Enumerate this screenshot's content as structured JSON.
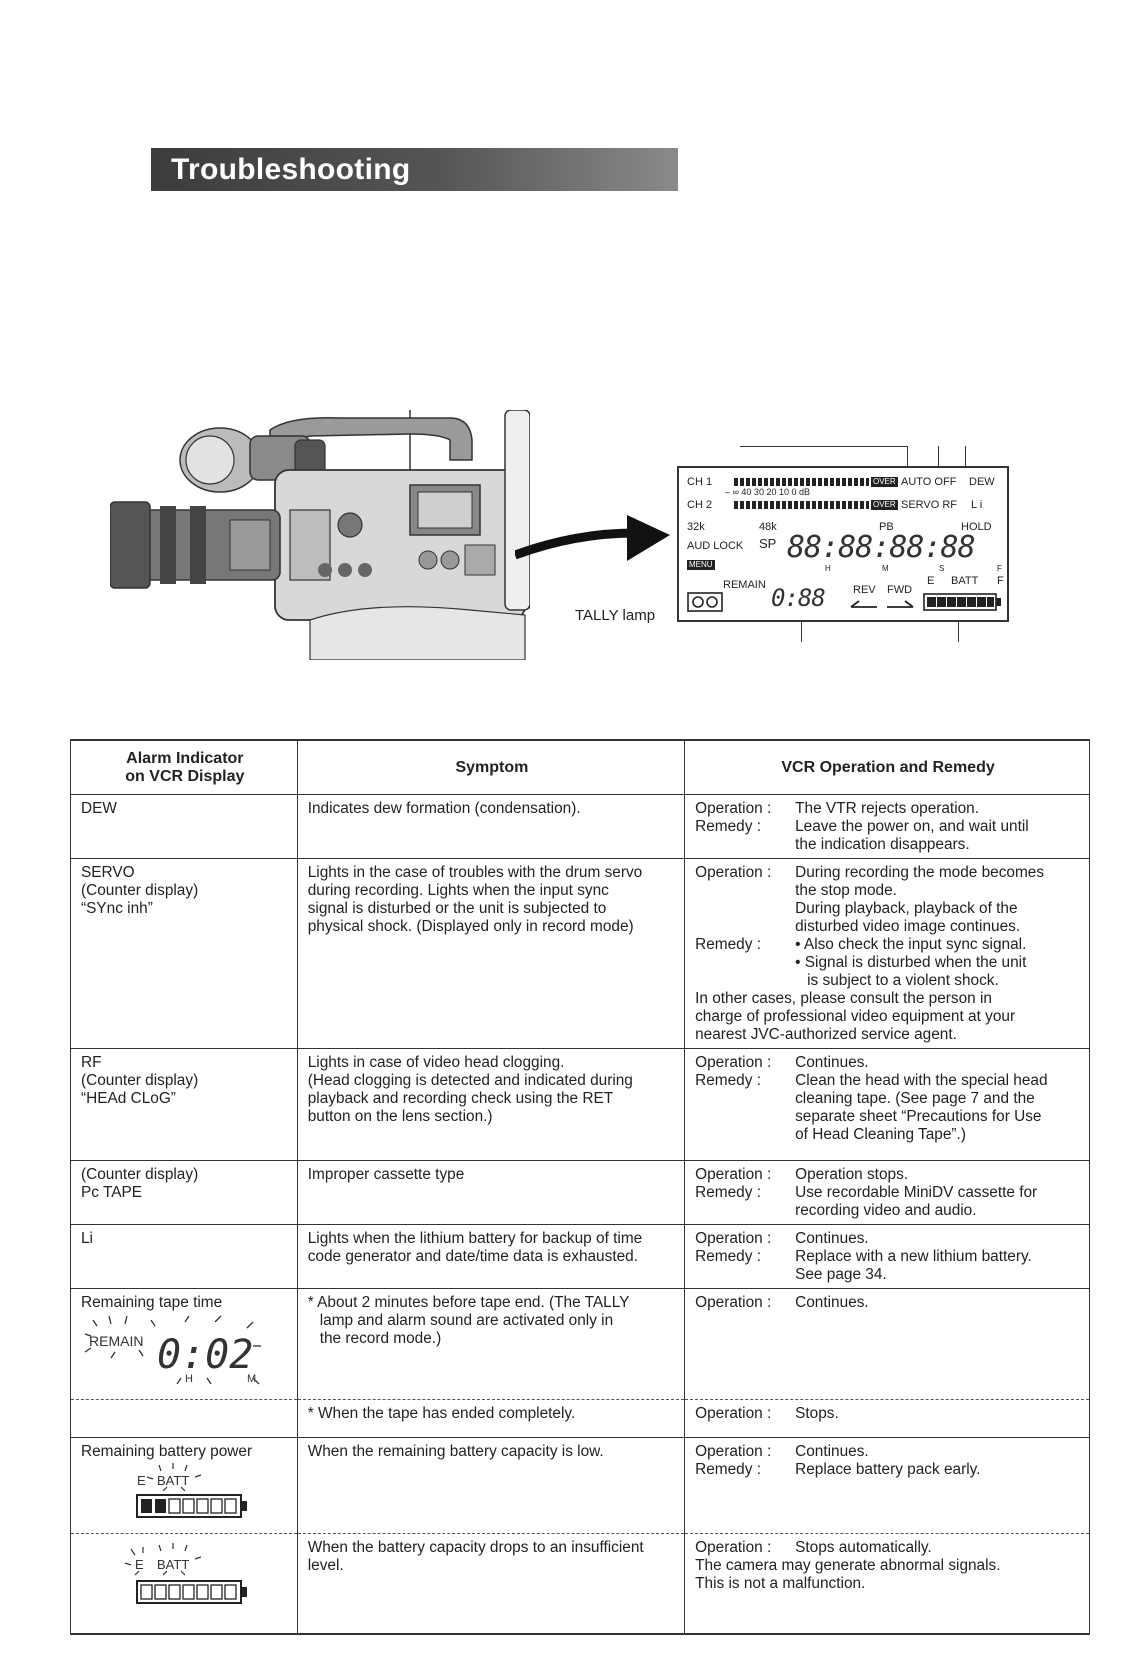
{
  "page": {
    "title": "Troubleshooting",
    "tally_lamp_label": "TALLY lamp"
  },
  "lcd": {
    "ch1": "CH 1",
    "ch2": "CH 2",
    "scale": "– ∞ 40 30    20    10    0 dB",
    "over": "OVER",
    "auto_off": "AUTO OFF",
    "dew": "DEW",
    "servo_rf": "SERVO RF",
    "li": "L i",
    "k32": "32k",
    "k48": "48k",
    "pb": "PB",
    "hold": "HOLD",
    "aud_lock": "AUD LOCK",
    "sp": "SP",
    "menu": "MENU",
    "counter": "88:88:88:88",
    "h": "H",
    "m": "M",
    "s": "S",
    "f": "F",
    "remain": "REMAIN",
    "remain_digits": "0:88",
    "rev": "REV",
    "fwd": "FWD",
    "e": "E",
    "batt": "BATT",
    "batt_f": "F"
  },
  "table": {
    "headers": {
      "alarm": [
        "Alarm Indicator",
        "on VCR Display"
      ],
      "symptom": "Symptom",
      "remedy": "VCR Operation and Remedy"
    },
    "rows": {
      "dew": {
        "indicator": [
          "DEW"
        ],
        "symptom": [
          "Indicates dew formation (condensation)."
        ],
        "operation_key": "Operation :",
        "operation": "The VTR rejects operation.",
        "remedy_key": "Remedy   :",
        "remedy": [
          "Leave the power on, and wait until",
          "the indication disappears."
        ]
      },
      "servo": {
        "indicator": [
          "SERVO",
          "(Counter display)",
          "“SYnc inh”"
        ],
        "symptom": [
          "Lights in the case of troubles with the drum servo",
          "during recording. Lights when the input sync",
          "signal is disturbed or the unit is subjected to",
          "physical shock. (Displayed only in record mode)"
        ],
        "operation_key": "Operation :",
        "operation": [
          "During recording the mode becomes",
          "the stop mode.",
          "During playback, playback of the",
          "disturbed video image continues."
        ],
        "remedy_key": "Remedy   :",
        "remedy": [
          "• Also check the input sync signal.",
          "• Signal is disturbed when the unit",
          "is subject to a violent shock."
        ],
        "note": [
          "In other cases, please consult the person in",
          "charge of professional video equipment at your",
          "nearest JVC-authorized service agent."
        ]
      },
      "rf": {
        "indicator": [
          "RF",
          "(Counter display)",
          "“HEAd CLoG”"
        ],
        "symptom": [
          "Lights in case of video head clogging.",
          "(Head clogging is detected and indicated during",
          "playback and recording check using the RET",
          "button on the lens section.)"
        ],
        "operation_key": "Operation :",
        "operation": "Continues.",
        "remedy_key": "Remedy   :",
        "remedy": [
          "Clean the head with the special head",
          "cleaning tape. (See page 7 and the",
          "separate sheet “Precautions for Use",
          "of Head Cleaning Tape”.)"
        ]
      },
      "pc_tape": {
        "indicator": [
          "(Counter display)",
          "Pc TAPE"
        ],
        "symptom": [
          "Improper cassette type"
        ],
        "operation_key": "Operation :",
        "operation": "Operation stops.",
        "remedy_key": "Remedy   :",
        "remedy": [
          "Use recordable MiniDV cassette for",
          "recording video and audio."
        ]
      },
      "li": {
        "indicator": [
          "Li"
        ],
        "symptom": [
          "Lights when the lithium battery for backup of time",
          "code generator and date/time data is exhausted."
        ],
        "operation_key": "Operation :",
        "operation": "Continues.",
        "remedy_key": "Remedy   :",
        "remedy": [
          "Replace with a new lithium battery.",
          "See page 34."
        ]
      },
      "remain_a": {
        "indicator": [
          "Remaining tape time"
        ],
        "glyph_remain": "REMAIN",
        "glyph_digits": "0:02",
        "glyph_h": "H",
        "glyph_m": "M",
        "symptom": [
          "* About 2 minutes before tape end. (The TALLY",
          "lamp and alarm sound are activated only in",
          "the record mode.)"
        ],
        "operation_key": "Operation :",
        "operation": "Continues."
      },
      "remain_b": {
        "symptom": [
          "* When the tape has ended completely."
        ],
        "operation_key": "Operation :",
        "operation": "Stops."
      },
      "batt_a": {
        "indicator": [
          "Remaining battery power"
        ],
        "glyph_e": "E",
        "glyph_batt": "BATT",
        "symptom": [
          "When the remaining battery capacity is low."
        ],
        "operation_key": "Operation :",
        "operation": "Continues.",
        "remedy_key": "Remedy   :",
        "remedy": [
          "Replace battery pack early."
        ]
      },
      "batt_b": {
        "glyph_e": "E",
        "glyph_batt": "BATT",
        "symptom": [
          "When the battery capacity drops to an insufficient",
          "level."
        ],
        "operation_key": "Operation :",
        "operation": "Stops automatically.",
        "note": [
          "The camera may generate abnormal signals.",
          "This is not a malfunction."
        ]
      }
    }
  },
  "icons": [
    "camera-icon",
    "arrow-right-icon",
    "battery-icon",
    "cassette-icon",
    "blink-rays-icon"
  ]
}
